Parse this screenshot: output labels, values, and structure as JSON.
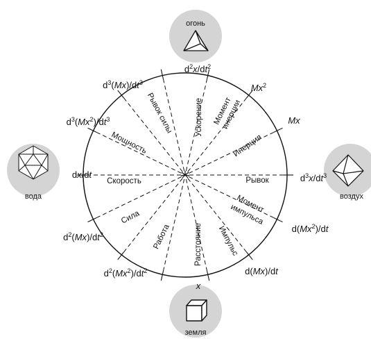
{
  "colors": {
    "circle_stroke": "#111111",
    "element_disc": "#d4d4d4",
    "background": "#ffffff"
  },
  "elements": {
    "top": {
      "label": "огонь",
      "icon": "tetrahedron-icon"
    },
    "right": {
      "label": "воздух",
      "icon": "octahedron-icon"
    },
    "bottom": {
      "label": "земля",
      "icon": "cube-icon"
    },
    "left": {
      "label": "вода",
      "icon": "icosahedron-icon"
    }
  },
  "segments": [
    "Ускорение",
    "Момент",
    "инерции",
    "Инерция",
    "Рывок",
    "Момент",
    "импульса",
    "Импульс",
    "Расстояние",
    "Работа",
    "Сила",
    "Скорость",
    "Мощность",
    "Рывок силы"
  ],
  "outer_labels": [
    "d",
    "2",
    "x",
    "/d",
    "t",
    "2",
    "Mx",
    "2",
    "Mx",
    "d",
    "3",
    "x",
    "/d",
    "t",
    "3",
    "d(",
    "Mx",
    "2",
    ")/d",
    "t",
    "d(",
    "Mx",
    ")/d",
    "t",
    "x",
    "d",
    "2",
    "(",
    "Mx",
    "2",
    ")/d",
    "t",
    "2",
    "d",
    "2",
    "(",
    "Mx",
    ")/d",
    "t",
    "2",
    "d",
    "x",
    "/d",
    "t",
    "d",
    "3",
    "(",
    "Mx",
    "2",
    ")/d",
    "t",
    "3",
    "d",
    "3",
    "(",
    "Mx",
    ")/d",
    "t",
    "3"
  ]
}
